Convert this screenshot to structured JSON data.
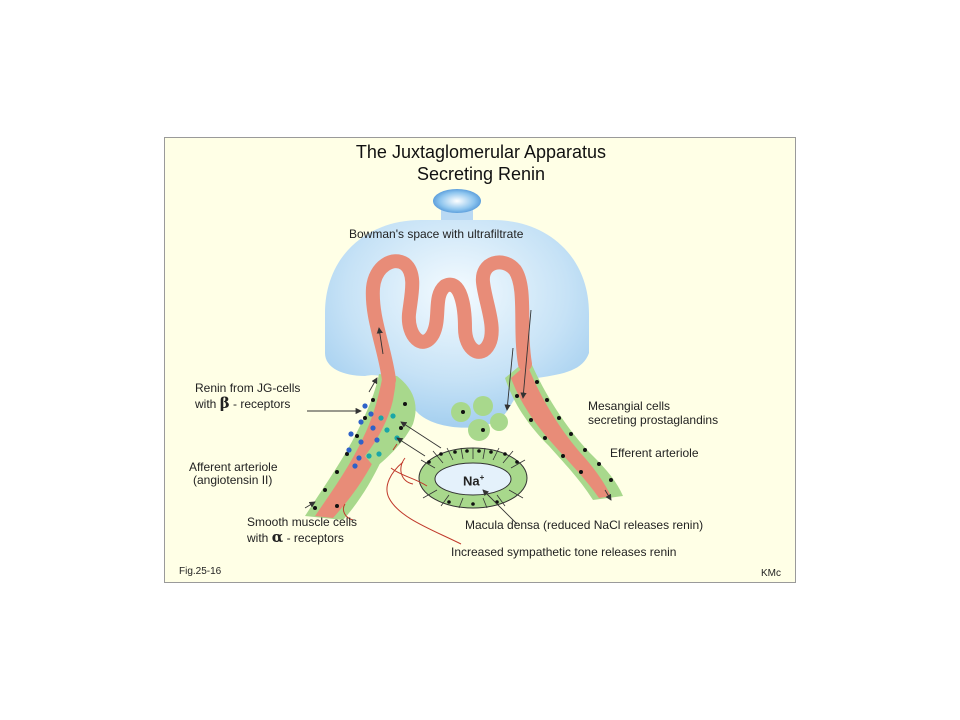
{
  "figure": {
    "title_line1": "The  Juxtaglomerular  Apparatus",
    "title_line2": "Secreting  Renin",
    "fig_number": "Fig.25-16",
    "author": "KMc"
  },
  "labels": {
    "bowman": "Bowman's space with ultrafiltrate",
    "renin_line1": "Renin from JG-cells",
    "renin_with": "with",
    "beta_symbol": "β",
    "beta_receptors": "- receptors",
    "afferent_line1": "Afferent arteriole",
    "afferent_line2": "(angiotensin II)",
    "smooth_line1": "Smooth muscle cells",
    "smooth_with": "with",
    "alpha_symbol": "α",
    "alpha_receptors": "- receptors",
    "mesangial_line1": "Mesangial cells",
    "mesangial_line2": "secreting prostaglandins",
    "efferent": "Efferent arteriole",
    "macula": "Macula densa (reduced NaCl releases renin)",
    "sympathetic": "Increased sympathetic tone releases renin",
    "sodium": "Na",
    "sodium_charge": "+"
  },
  "colors": {
    "background": "#ffffe6",
    "bowman_capsule": "#b9d9f3",
    "capillary": "#e88c78",
    "cells": "#a8d88c",
    "jg_granule": "#2f62c9",
    "mesangial_granule": "#1aa7a7",
    "nerve": "#c0392b"
  }
}
